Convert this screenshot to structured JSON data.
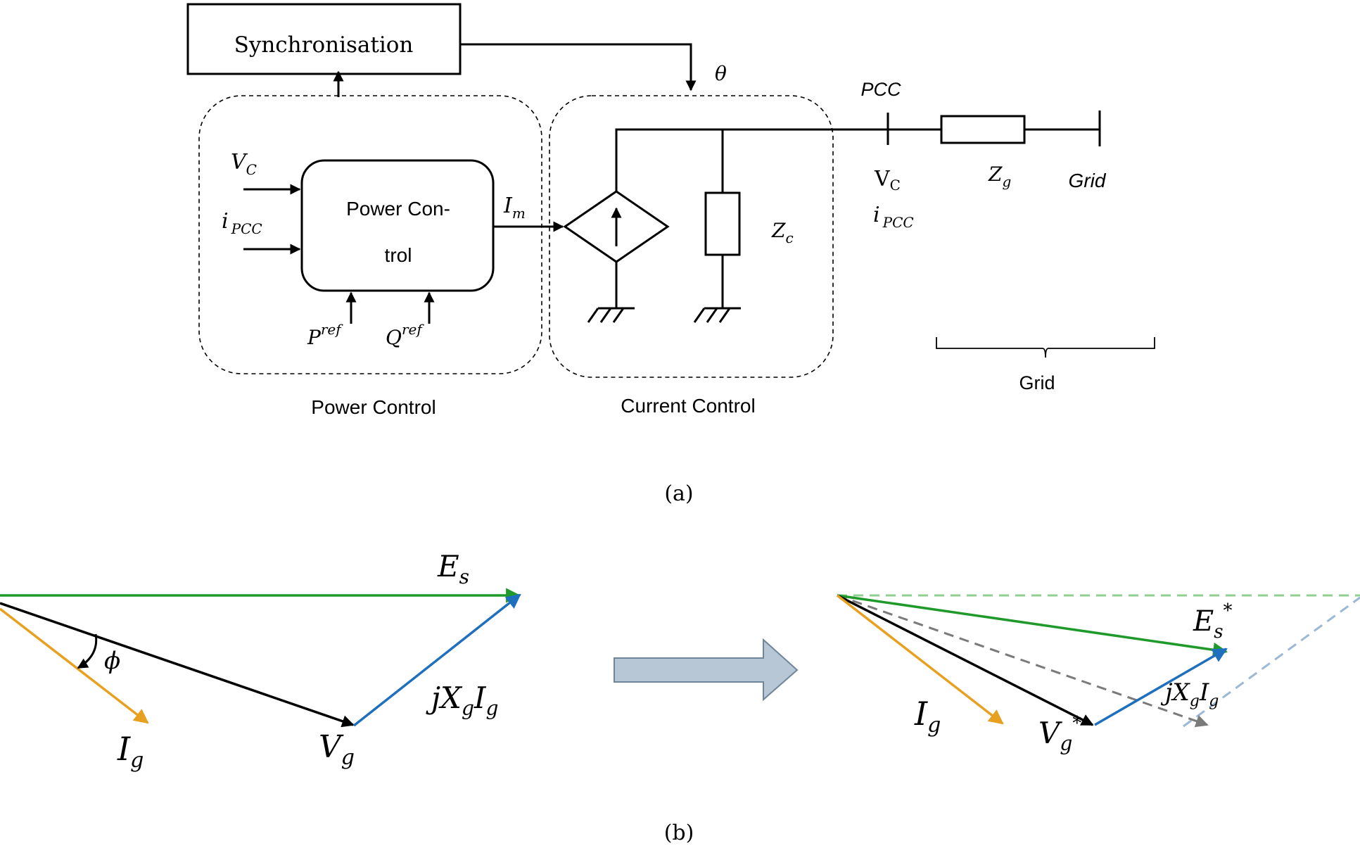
{
  "colors": {
    "green": "#1f9a2a",
    "black": "#000000",
    "orange": "#e8a020",
    "blue": "#1f6fbf",
    "gray": "#7a7a7a",
    "light_green": "#8fcf8f",
    "light_blue": "#9bb8d6",
    "arrow_fill": "#b7c7d6",
    "arrow_stroke": "#6f8699"
  },
  "part_a": {
    "synchronisation": "Synchronisation",
    "theta": "θ",
    "pcc": "PCC",
    "vc_in": "V",
    "vc_in_sub": "C",
    "ipcc_in": "i",
    "ipcc_in_sub": "PCC",
    "power_control_block_line1": "Power Con-",
    "power_control_block_line2": "trol",
    "im": "I",
    "im_sub": "m",
    "pref": "P",
    "pref_sup": "ref",
    "qref": "Q",
    "qref_sup": "ref",
    "zc": "Z",
    "zc_sub": "c",
    "vc_pcc": "V",
    "vc_pcc_sub": "C",
    "ipcc_pcc": "i",
    "ipcc_pcc_sub": "PCC",
    "zg": "Z",
    "zg_sub": "g",
    "grid_node": "Grid",
    "grid_brace": "Grid",
    "group_power": "Power Control",
    "group_current": "Current Control",
    "caption": "(a)"
  },
  "part_b": {
    "es": "E",
    "es_sub": "s",
    "phi": "ϕ",
    "ig": "I",
    "ig_sub": "g",
    "vg": "V",
    "vg_sub": "g",
    "jxgig": "jX",
    "jxgig_sub1": "g",
    "jxgig_i": "I",
    "jxgig_sub2": "g",
    "es_star": "E",
    "es_star_sub": "s",
    "star": "*",
    "ig2": "I",
    "ig2_sub": "g",
    "vg_star": "V",
    "vg_star_sub": "g",
    "jxgig2": "jX",
    "jxgig2_sub1": "g",
    "jxgig2_i": "I",
    "jxgig2_sub2": "g",
    "caption": "(b)"
  }
}
